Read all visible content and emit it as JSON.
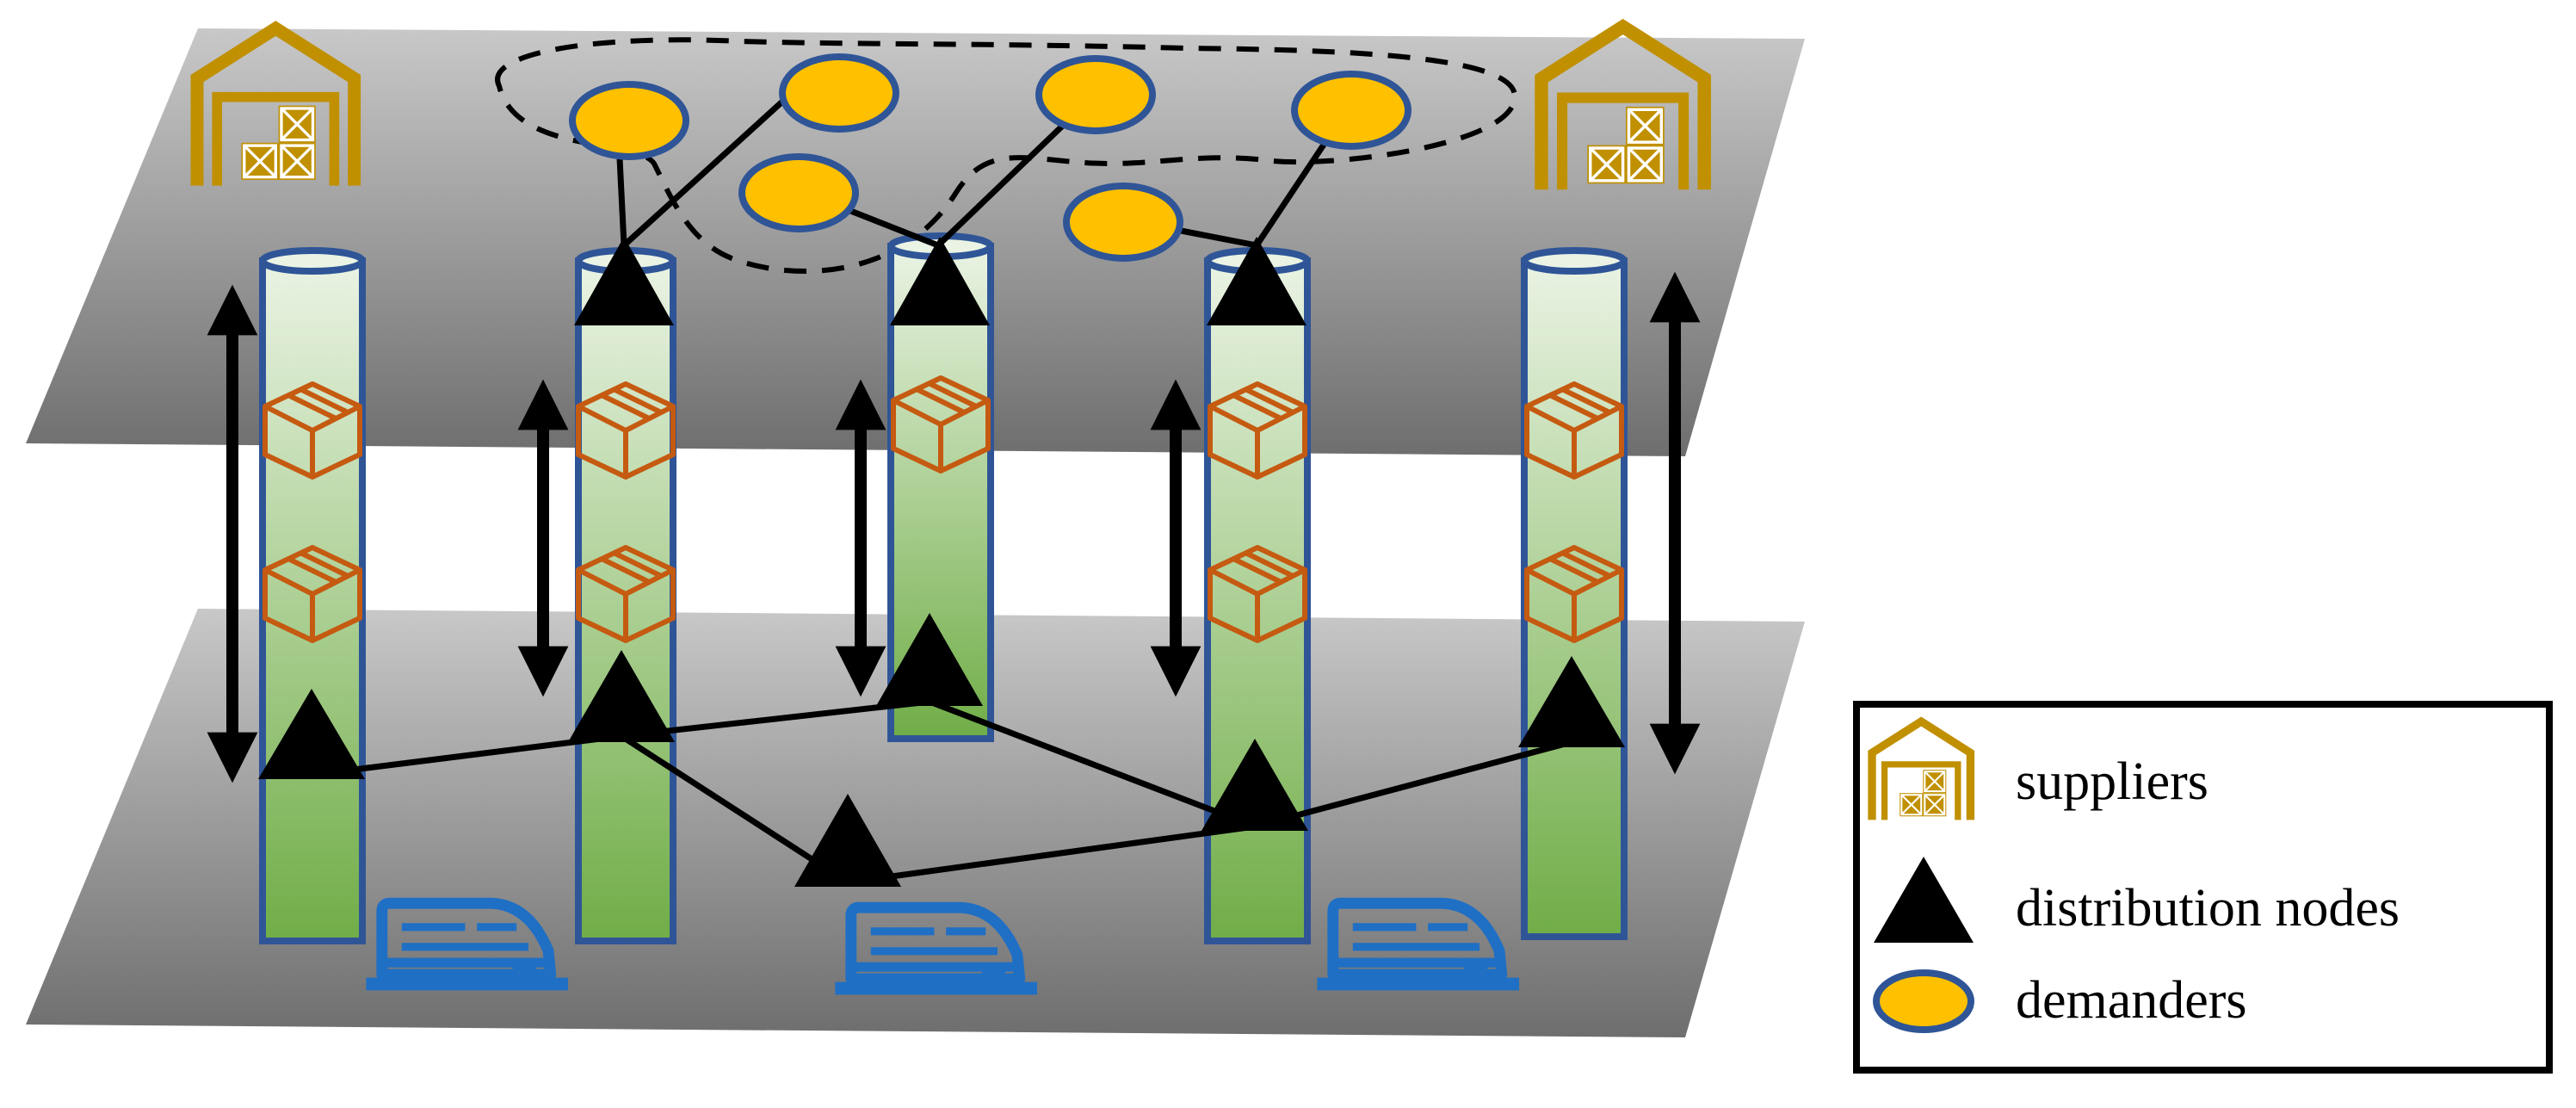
{
  "colors": {
    "supplier": "#C09000",
    "node": "#000000",
    "demander_fill": "#FFC000",
    "demander_stroke": "#2F5597",
    "tube_stroke": "#2F5597",
    "tube_top": "#E8F2E2",
    "tube_bottom": "#70AD47",
    "box": "#C55A11",
    "vehicle": "#1F6FC5",
    "plane_light": "#C8C8C8",
    "plane_dark": "#707070"
  },
  "icons": {
    "supplier": "warehouse-icon",
    "node": "triangle-icon",
    "demander": "ellipse-icon",
    "box": "package-box-icon",
    "vehicle": "delivery-vehicle-icon"
  },
  "legend": {
    "suppliers": "suppliers",
    "nodes": "distribution nodes",
    "demanders": "demanders"
  }
}
